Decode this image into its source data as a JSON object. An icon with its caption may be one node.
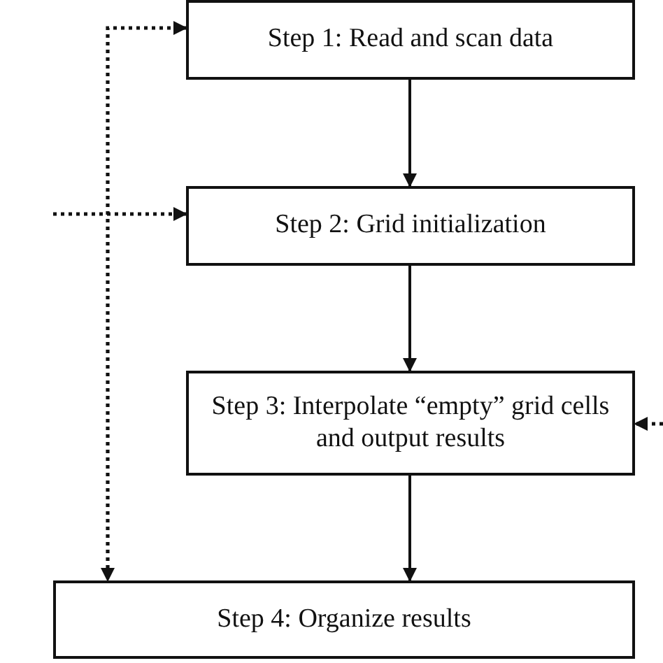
{
  "diagram": {
    "nodes": [
      {
        "text": [
          "Step 1: Read and scan data"
        ]
      },
      {
        "text": [
          "Step 2: Grid initialization"
        ]
      },
      {
        "text": [
          "Step 3: Interpolate “empty” grid cells and output results"
        ]
      },
      {
        "text": [
          "Step 4: Organize results"
        ]
      }
    ],
    "edges": [
      {
        "from": 0,
        "to": 1,
        "arrow": "to"
      },
      {
        "from": 1,
        "to": 2,
        "arrow": "to"
      },
      {
        "from": 2,
        "to": 3,
        "arrow": "to"
      },
      {
        "from": 0,
        "to": 3,
        "arrow": "both",
        "style": "dashed"
      },
      {
        "from": null,
        "to": 1,
        "arrow": "to",
        "style": "dashed"
      },
      {
        "from": null,
        "to": 2,
        "arrow": "to",
        "style": "dashed"
      }
    ]
  }
}
